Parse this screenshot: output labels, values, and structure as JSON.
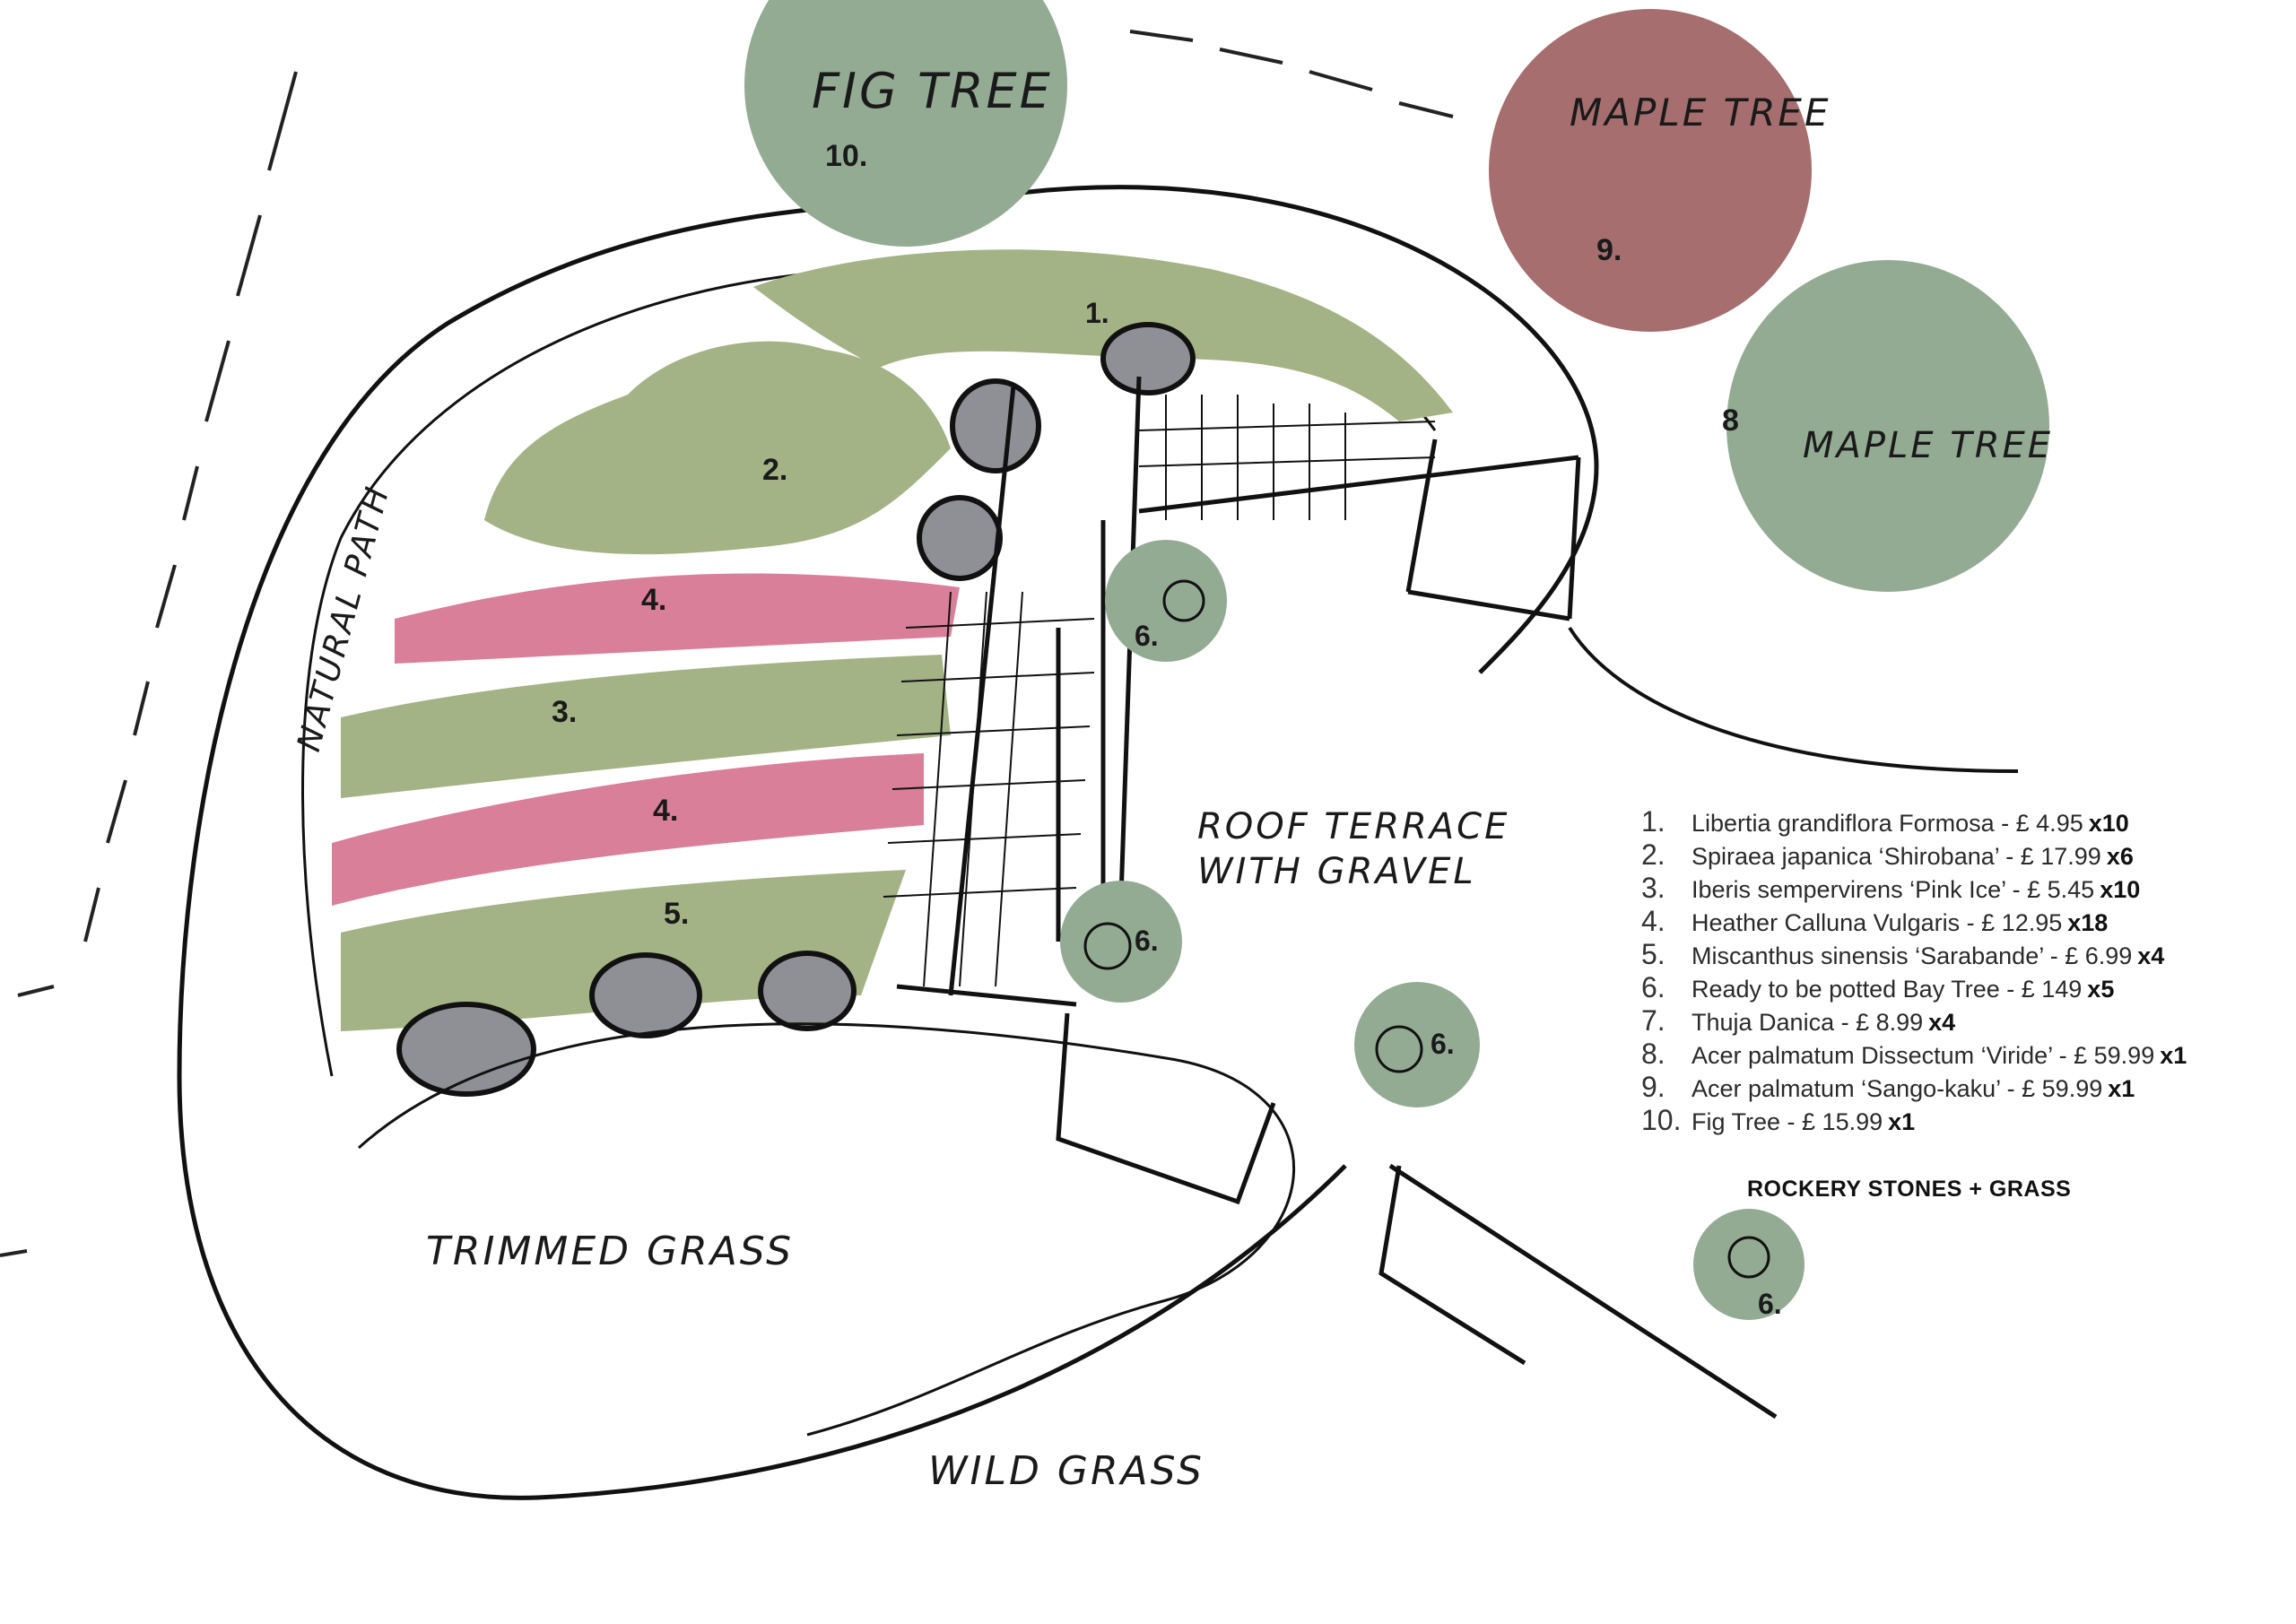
{
  "plan": {
    "labels": {
      "fig_tree": "FIG TREE",
      "maple_tree_top": "MAPLE TREE",
      "maple_tree_right": "MAPLE TREE",
      "natural_path": "NATURAL PATH",
      "roof_terrace": "ROOF TERRACE",
      "with_gravel": "WITH GRAVEL",
      "trimmed_grass": "TRIMMED GRASS",
      "wild_grass": "WILD GRASS",
      "rockery": "ROCKERY STONES + GRASS"
    },
    "markers": {
      "m1": "1.",
      "m2": "2.",
      "m3": "3.",
      "m4a": "4.",
      "m4b": "4.",
      "m5": "5.",
      "m6a": "6.",
      "m6b": "6.",
      "m6c": "6.",
      "m6d": "6.",
      "m8": "8",
      "m9": "9.",
      "m10": "10."
    },
    "colors": {
      "green": "#a3b385",
      "pink": "#d97f99",
      "stone": "#8f8f96",
      "tree_green": "#93ab93",
      "tree_red": "#a66e6e"
    }
  },
  "legend": [
    {
      "num": "1.",
      "name": "Libertia grandiflora Formosa - £ 4.95",
      "qty": "x10"
    },
    {
      "num": "2.",
      "name": "Spiraea japanica ‘Shirobana’ - £ 17.99",
      "qty": "x6"
    },
    {
      "num": "3.",
      "name": "Iberis sempervirens ‘Pink Ice’ - £ 5.45",
      "qty": "x10"
    },
    {
      "num": "4.",
      "name": "Heather Calluna Vulgaris  - £ 12.95",
      "qty": "x18"
    },
    {
      "num": "5.",
      "name": "Miscanthus sinensis ‘Sarabande’ - £ 6.99",
      "qty": "x4"
    },
    {
      "num": "6.",
      "name": "Ready to be potted Bay Tree - £ 149",
      "qty": "x5"
    },
    {
      "num": "7.",
      "name": "Thuja Danica - £ 8.99",
      "qty": "x4"
    },
    {
      "num": "8.",
      "name": "Acer palmatum Dissectum ‘Viride’ - £ 59.99",
      "qty": "x1"
    },
    {
      "num": "9.",
      "name": "Acer palmatum ‘Sango-kaku’ - £ 59.99",
      "qty": "x1"
    },
    {
      "num": "10.",
      "name": "Fig Tree - £ 15.99",
      "qty": "x1"
    }
  ]
}
